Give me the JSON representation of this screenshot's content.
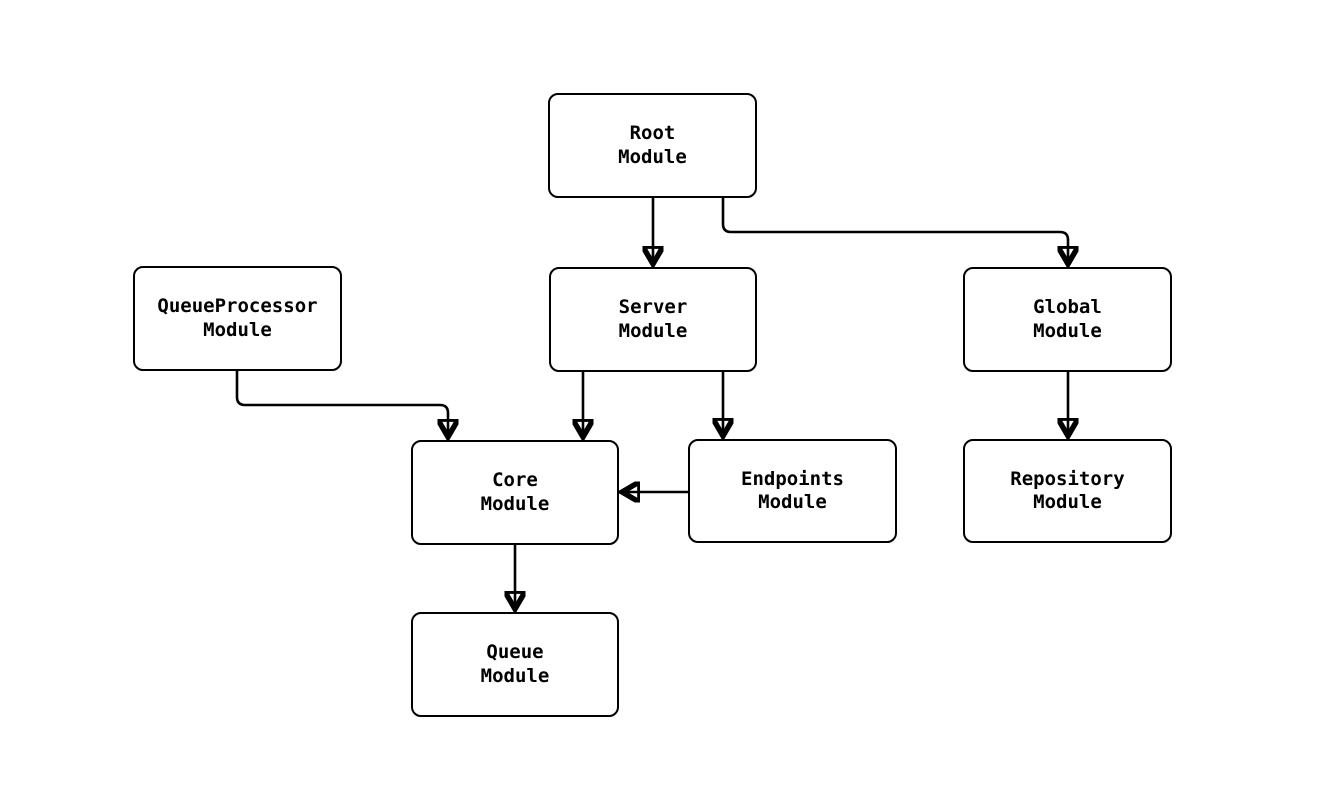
{
  "diagram": {
    "type": "module-dependency-graph",
    "colors": {
      "background": "#ffffff",
      "node_fill": "#ffffff",
      "node_border": "#000000",
      "edge": "#000000",
      "text": "#000000"
    },
    "nodes": {
      "root": {
        "label": "Root\nModule"
      },
      "queue_processor": {
        "label": "QueueProcessor\nModule"
      },
      "server": {
        "label": "Server\nModule"
      },
      "global": {
        "label": "Global\nModule"
      },
      "core": {
        "label": "Core\nModule"
      },
      "endpoints": {
        "label": "Endpoints\nModule"
      },
      "repository": {
        "label": "Repository\nModule"
      },
      "queue": {
        "label": "Queue\nModule"
      }
    },
    "edges": [
      {
        "from": "Root Module",
        "to": "Server Module"
      },
      {
        "from": "Root Module",
        "to": "Global Module"
      },
      {
        "from": "QueueProcessor Module",
        "to": "Core Module"
      },
      {
        "from": "Server Module",
        "to": "Core Module"
      },
      {
        "from": "Server Module",
        "to": "Endpoints Module"
      },
      {
        "from": "Endpoints Module",
        "to": "Core Module"
      },
      {
        "from": "Global Module",
        "to": "Repository Module"
      },
      {
        "from": "Core Module",
        "to": "Queue Module"
      }
    ]
  }
}
